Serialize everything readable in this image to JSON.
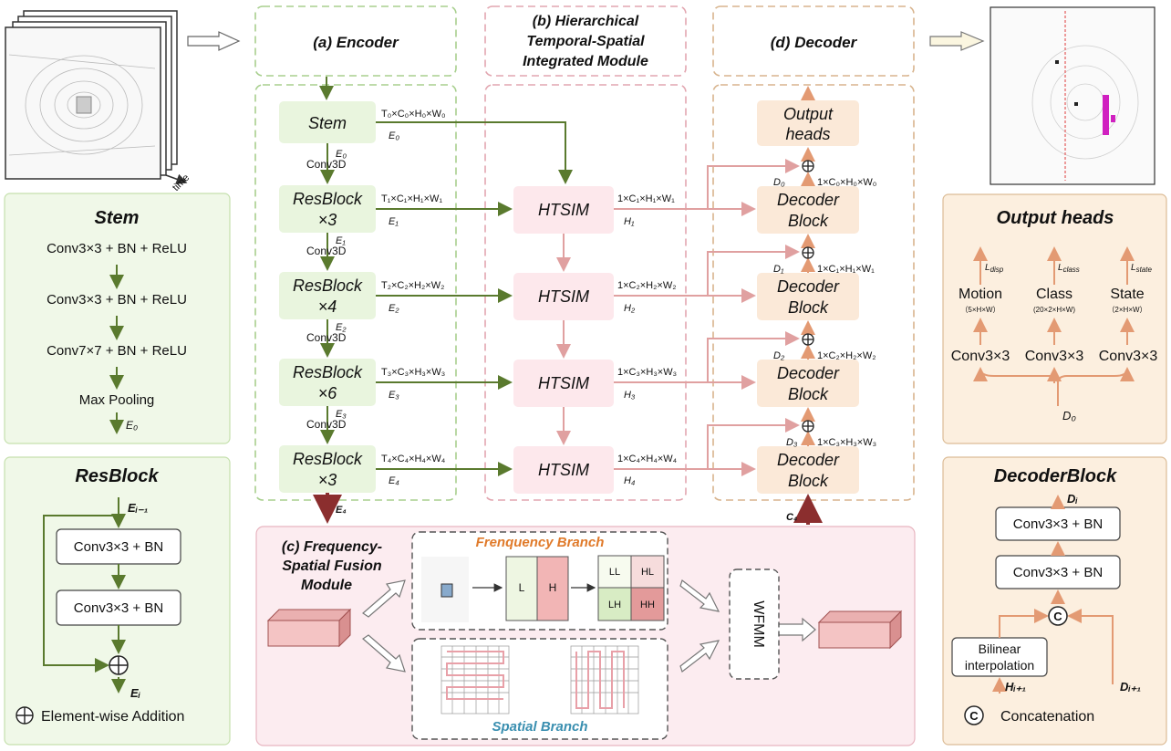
{
  "input": {
    "time_label": "time"
  },
  "headers": {
    "encoder": "(a) Encoder",
    "htsim": [
      "(b) Hierarchical",
      "Temporal-Spatial",
      "Integrated Module"
    ],
    "decoder": "(d) Decoder"
  },
  "encoder": {
    "stem_label": "Stem",
    "resblocks": [
      {
        "name": "ResBlock",
        "count": "×3"
      },
      {
        "name": "ResBlock",
        "count": "×4"
      },
      {
        "name": "ResBlock",
        "count": "×6"
      },
      {
        "name": "ResBlock",
        "count": "×3"
      }
    ],
    "shapes": [
      "T₀×C₀×H₀×W₀",
      "T₁×C₁×H₁×W₁",
      "T₂×C₂×H₂×W₂",
      "T₃×C₃×H₃×W₃",
      "T₄×C₄×H₄×W₄"
    ],
    "outputs": [
      "E₀",
      "E₁",
      "E₂",
      "E₃",
      "E₄"
    ],
    "conv_labels": [
      "Conv3D",
      "Conv3D",
      "Conv3D",
      "Conv3D"
    ],
    "e4_label": "E₄"
  },
  "htsim": {
    "label": "HTSIM",
    "shapes": [
      "1×C₁×H₁×W₁",
      "1×C₂×H₂×W₂",
      "1×C₃×H₃×W₃",
      "1×C₄×H₄×W₄"
    ],
    "outputs": [
      "H₁",
      "H₂",
      "H₃",
      "H₄"
    ]
  },
  "decoder": {
    "output_heads": [
      "Output",
      "heads"
    ],
    "block_label": [
      "Decoder",
      "Block"
    ],
    "d_labels": [
      "D₀",
      "D₁",
      "D₂",
      "D₃"
    ],
    "d_shapes": [
      "1×C₀×H₀×W₀",
      "1×C₁×H₁×W₁",
      "1×C₂×H₂×W₂",
      "1×C₃×H₃×W₃"
    ],
    "c4_label": "C₄"
  },
  "stem_panel": {
    "title": "Stem",
    "steps": [
      "Conv3×3 + BN + ReLU",
      "Conv3×3 + BN + ReLU",
      "Conv7×7 + BN + ReLU",
      "Max Pooling"
    ],
    "output": "E₀"
  },
  "resblock_panel": {
    "title": "ResBlock",
    "input": "Eᵢ₋₁",
    "steps": [
      "Conv3×3 + BN",
      "Conv3×3 + BN"
    ],
    "output": "Eᵢ",
    "legend": "Element-wise Addition"
  },
  "fsfm": {
    "title": [
      "(c) Frequency-",
      "Spatial Fusion",
      "Module"
    ],
    "freq_branch": "Frenquency Branch",
    "spatial_branch": "Spatial Branch",
    "wfmm": "WFMM",
    "lh_labels": [
      "L",
      "H"
    ],
    "sub_bands": [
      "LL",
      "HL",
      "LH",
      "HH"
    ]
  },
  "heads_panel": {
    "title": "Output heads",
    "heads": [
      {
        "loss": "disp",
        "name": "Motion",
        "shape": "（5×H×W）",
        "conv": "Conv3×3"
      },
      {
        "loss": "class",
        "name": "Class",
        "shape": "(20×2×H×W)",
        "conv": "Conv3×3"
      },
      {
        "loss": "state",
        "name": "State",
        "shape": "（2×H×W）",
        "conv": "Conv3×3"
      }
    ],
    "input": "D₀"
  },
  "decoderblock_panel": {
    "title": "DecoderBlock",
    "output": "Dᵢ",
    "steps": [
      "Conv3×3 + BN",
      "Conv3×3 + BN"
    ],
    "interp": [
      "Bilinear",
      "interpolation"
    ],
    "h_input": "Hᵢ₊₁",
    "d_input": "Dᵢ₊₁",
    "concat_symbol": "C",
    "legend": "Concatenation"
  },
  "colors": {
    "green_border": "#a8cf8e",
    "green_fill": "#e9f5de",
    "green_arrow": "#5a7a2e",
    "pink_border": "#e2a6b0",
    "pink_fill": "#fde8ec",
    "pink_arrow": "#e0a0a0",
    "tan_border": "#d8b48e",
    "tan_fill": "#fbe9d8",
    "orange_arrow": "#e39a73",
    "dark_red": "#8b2e2e"
  }
}
